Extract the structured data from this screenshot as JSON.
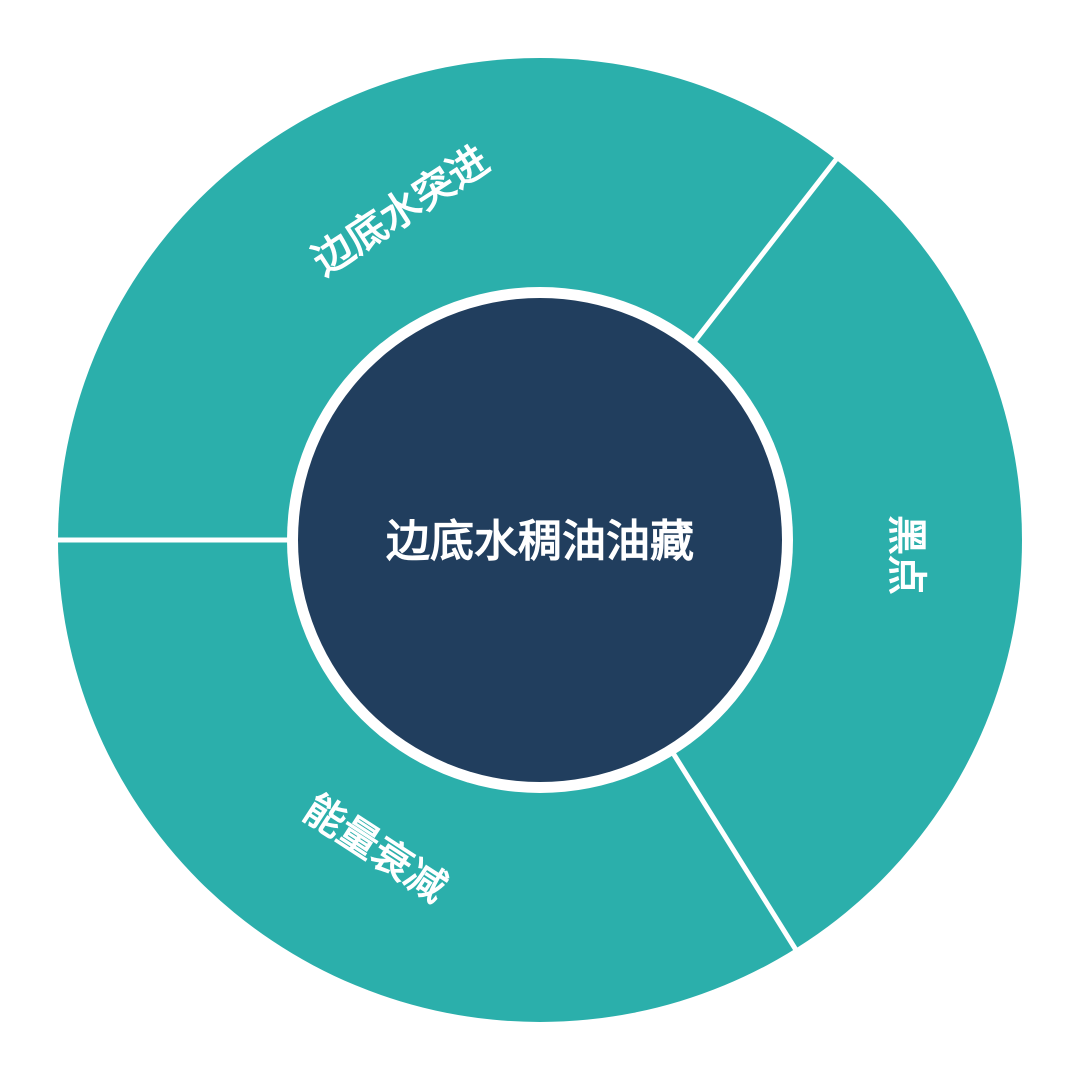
{
  "center": {
    "label": "边底水稠油油藏",
    "color": "#213e5e"
  },
  "ring_color": "#2bafab",
  "segments": [
    {
      "label": "边底水突进"
    },
    {
      "label": "黑点"
    },
    {
      "label": "能量衰减"
    }
  ]
}
